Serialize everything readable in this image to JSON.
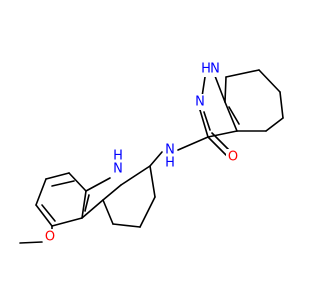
{
  "structure": {
    "name": "",
    "colors": {
      "bond": "#000000",
      "nitrogen": "#0000ff",
      "oxygen": "#ff0000",
      "background": "#ffffff"
    }
  },
  "labels": {
    "pyrazole_nh": "H",
    "pyrazole_nh_n": "N",
    "pyrazole_n": "N",
    "amide_n": "N",
    "amide_h": "H",
    "amide_o": "O",
    "carbazole_n": "N",
    "carbazole_h": "H",
    "methoxy_o": "O"
  }
}
